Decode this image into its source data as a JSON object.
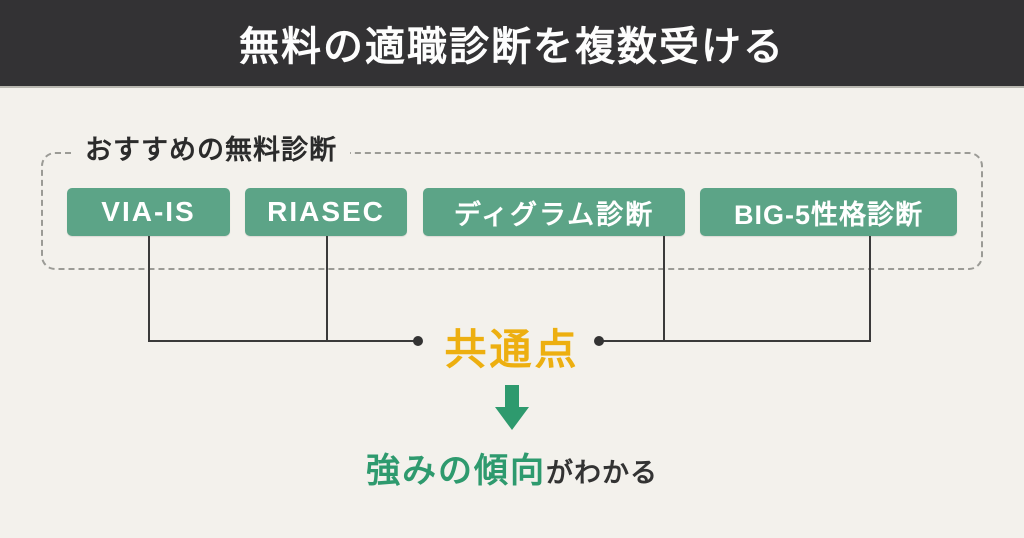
{
  "header": {
    "title": "無料の適職診断を複数受ける"
  },
  "diagram": {
    "group_label": "おすすめの無料診断",
    "tests": [
      {
        "label": "VIA-IS"
      },
      {
        "label": "RIASEC"
      },
      {
        "label": "ディグラム診断"
      },
      {
        "label": "BIG-5性格診断"
      }
    ],
    "common_label": "共通点",
    "result": {
      "highlight": "強みの傾向",
      "suffix": "がわかる"
    }
  },
  "colors": {
    "bg": "#F3F1EC",
    "header_bg": "#333234",
    "header_text": "#FDFDFD",
    "badge_bg": "#5CA487",
    "badge_text": "#FFFFFF",
    "yellow": "#EDAF10",
    "green": "#2E9A6E",
    "line": "#3A3A3A",
    "border_gray": "#9B9B96",
    "text_dark": "#333333"
  }
}
